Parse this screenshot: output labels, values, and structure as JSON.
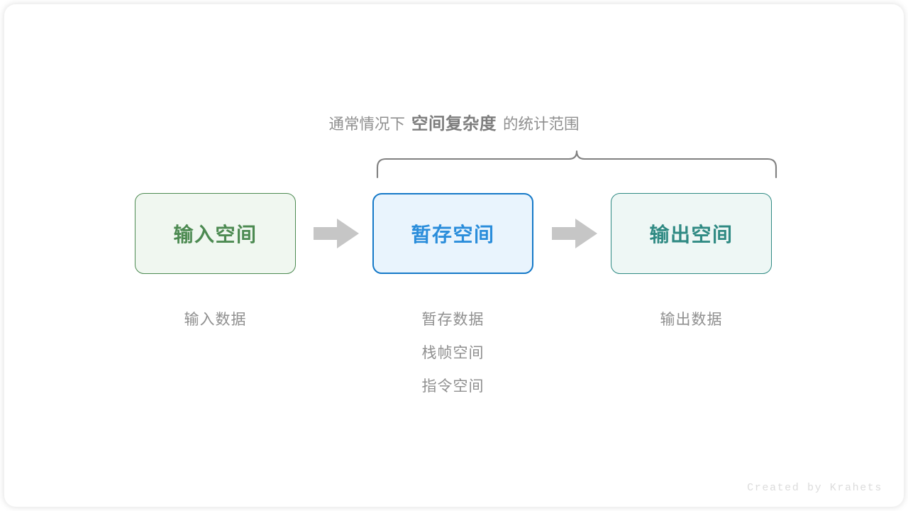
{
  "diagram": {
    "scope_caption": {
      "prefix": "通常情况下",
      "emphasis": "空间复杂度",
      "suffix": "的统计范围"
    },
    "brace": {
      "color": "#808080",
      "covers": [
        "temp",
        "output"
      ]
    },
    "nodes": [
      {
        "id": "input",
        "label": "输入空间",
        "border_color": "#4c8a51",
        "fill_color": "#f0f7f0",
        "text_color": "#4c8a51"
      },
      {
        "id": "temp",
        "label": "暂存空间",
        "border_color": "#1579c8",
        "fill_color": "#e9f4fd",
        "text_color": "#2a8ddb"
      },
      {
        "id": "output",
        "label": "输出空间",
        "border_color": "#2f8a83",
        "fill_color": "#eef7f5",
        "text_color": "#2f8a83"
      }
    ],
    "arrows": [
      {
        "id": "arrow-input-to-temp",
        "color": "#c6c6c6",
        "direction": "right"
      },
      {
        "id": "arrow-temp-to-output",
        "color": "#c6c6c6",
        "direction": "right"
      }
    ],
    "captions": [
      {
        "for": "input",
        "lines": [
          "输入数据"
        ]
      },
      {
        "for": "temp",
        "lines": [
          "暂存数据",
          "栈帧空间",
          "指令空间"
        ]
      },
      {
        "for": "output",
        "lines": [
          "输出数据"
        ]
      }
    ],
    "watermark": "Created by Krahets",
    "colors": {
      "caption_text": "#8f8f8f",
      "emphasis_text": "#7d7d7d",
      "watermark": "#dcdcdc",
      "card_background": "#ffffff"
    }
  }
}
